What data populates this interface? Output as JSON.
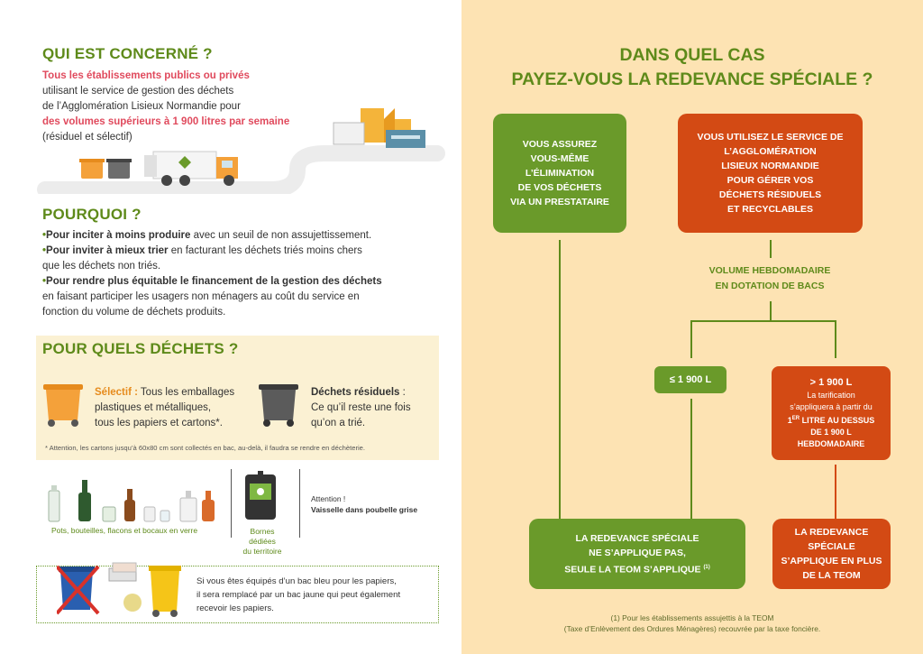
{
  "left": {
    "concerned": {
      "title": "QUI EST CONCERNÉ ?",
      "line1": "Tous les établissements publics ou privés",
      "line2": "utilisant le service de gestion des déchets",
      "line3": "de l’Agglomération Lisieux Normandie pour",
      "line4": "des volumes supérieurs à 1 900 litres par semaine",
      "line5": "(résiduel et sélectif)"
    },
    "why": {
      "title": "POURQUOI ?",
      "b1_bold": "Pour inciter à moins produire",
      "b1_rest": " avec un seuil de non assujettissement.",
      "b2_bold": "Pour inviter à mieux trier",
      "b2_rest": " en facturant les déchets triés moins chers",
      "b2_line2": "que les déchets non triés.",
      "b3_bold": "Pour rendre plus équitable le financement de la gestion des déchets",
      "b3_line2": "en faisant participer les usagers non ménagers au coût du service en",
      "b3_line3": "fonction du volume de déchets produits."
    },
    "which": {
      "title": "POUR QUELS DÉCHETS ?",
      "selectif_label": "Sélectif :",
      "selectif_l1": " Tous les emballages",
      "selectif_l2": "plastiques et métalliques,",
      "selectif_l3": "tous les papiers et cartons*.",
      "residuel_label": "Déchets résiduels",
      "residuel_colon": " :",
      "residuel_l1": "Ce qu’il reste une fois",
      "residuel_l2": "qu’on a trié.",
      "note": "* Attention, les cartons jusqu’à 60x80 cm sont collectés en bac, au-delà, il faudra se rendre en déchèterie."
    },
    "glass": {
      "caption": "Pots, bouteilles, flacons et bocaux en verre",
      "bornes_l1": "Bornes dédiées",
      "bornes_l2": "du territoire",
      "attention": "Attention !",
      "vaisselle": "Vaisselle dans poubelle grise"
    },
    "paper": {
      "l1": "Si vous êtes équipés d’un bac bleu pour les papiers,",
      "l2": "il sera remplacé par un bac jaune qui peut également",
      "l3": "recevoir les papiers."
    }
  },
  "right": {
    "title_l1": "DANS QUEL CAS",
    "title_l2": "PAYEZ-VOUS LA REDEVANCE SPÉCIALE ?",
    "box_prestataire": [
      "VOUS ASSUREZ",
      "VOUS-MÊME",
      "L’ÉLIMINATION",
      "DE VOS DÉCHETS",
      "VIA UN PRESTATAIRE"
    ],
    "box_service": [
      "VOUS UTILISEZ LE SERVICE DE",
      "L’AGGLOMÉRATION",
      "LISIEUX NORMANDIE",
      "POUR GÉRER VOS",
      "DÉCHETS RÉSIDUELS",
      "ET RECYCLABLES"
    ],
    "volume_l1": "VOLUME HEBDOMADAIRE",
    "volume_l2": "EN DOTATION DE BACS",
    "le_1900": "≤ 1 900 L",
    "gt_1900": "> 1 900 L",
    "gt_l1": "La tarification",
    "gt_l2": "s’appliquera à partir du",
    "gt_l3_a": "1",
    "gt_l3_sup": "ER",
    "gt_l3_b": " LITRE AU DESSUS",
    "gt_l4": "DE 1 900 L",
    "gt_l5": "HEBDOMADAIRE",
    "result_green": [
      "LA REDEVANCE SPÉCIALE",
      "NE S’APPLIQUE PAS,",
      "SEULE LA TEOM S’APPLIQUE"
    ],
    "result_green_sup": "(1)",
    "result_red": [
      "LA REDEVANCE",
      "SPÉCIALE",
      "S’APPLIQUE EN PLUS",
      "DE LA TEOM"
    ],
    "footnote_l1": "(1) Pour les établissements assujettis à la TEOM",
    "footnote_l2": "(Taxe d’Enlèvement des Ordures Ménagères) recouvrée par la taxe foncière."
  },
  "colors": {
    "green": "#6a9a2a",
    "title_green": "#5e8a1a",
    "red": "#d34a14",
    "pink": "#e04a5d",
    "panel": "#fde3b3"
  }
}
